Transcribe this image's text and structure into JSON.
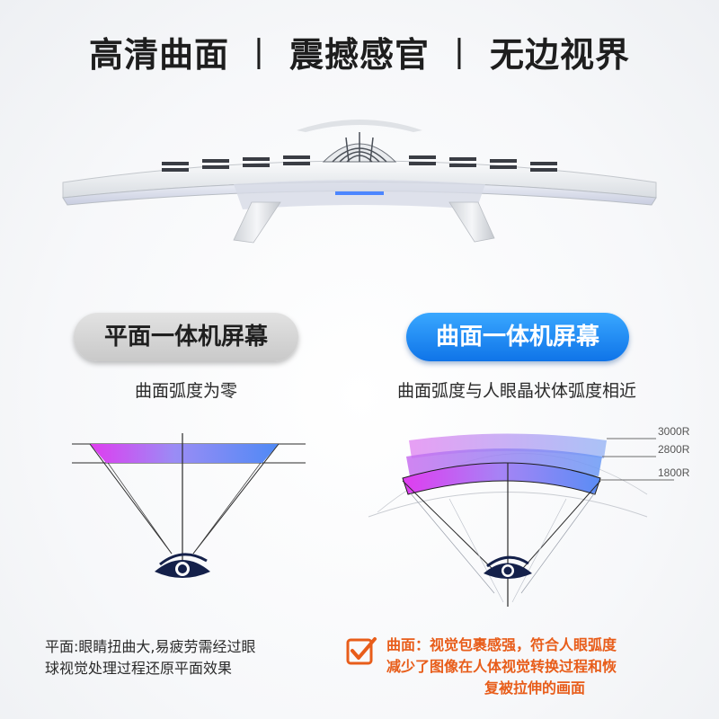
{
  "headline": {
    "part1": "高清曲面",
    "separator": "丨",
    "part2": "震撼感官",
    "part3": "无边视界"
  },
  "flat": {
    "title": "平面一体机屏幕",
    "subtitle": "曲面弧度为零",
    "note_line1": "平面:眼睛扭曲大,易疲劳需经过眼",
    "note_line2": "球视觉处理过程还原平面效果"
  },
  "curved": {
    "title": "曲面一体机屏幕",
    "subtitle": "曲面弧度与人眼晶状体弧度相近",
    "radius_labels": [
      "3000R",
      "2800R",
      "1800R"
    ],
    "note_line1": "曲面：视觉包裹感强，符合人眼弧度",
    "note_line2": "减少了图像在人体视觉转换过程和恢",
    "note_line3": "复被拉伸的画面"
  },
  "colors": {
    "accent_blue": "#0f74e8",
    "accent_orange": "#e85d1a",
    "gradient_magenta": "#e03cf0",
    "gradient_blue": "#3c6cf0",
    "eye_navy": "#14204a"
  },
  "icons": {
    "eye": "eye-icon",
    "check": "checkbox-check-icon"
  }
}
